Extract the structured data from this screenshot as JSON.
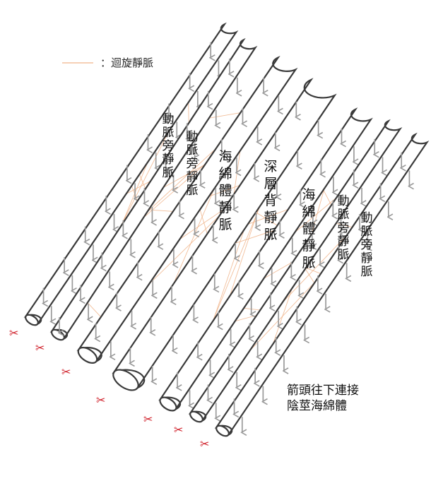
{
  "legend": {
    "text": "：迴旋靜脈",
    "color": "#f0b48a"
  },
  "labels": {
    "dorsal_vein_left_1": "動脈旁靜脈",
    "dorsal_vein_left_2": "動脈旁靜脈",
    "cavernosal_left": "海綿體靜脈",
    "deep_dorsal": "深層背靜脈",
    "cavernosal_right": "海綿體靜脈",
    "dorsal_vein_right_1": "動脈旁靜脈",
    "dorsal_vein_right_2": "動脈旁靜脈"
  },
  "note": {
    "line1": "箭頭往下連接",
    "line2": "陰莖海綿體"
  },
  "colors": {
    "tube_stroke": "#3a3a3a",
    "arrow": "#9a9a9a",
    "scissors": "#d0202a",
    "circumflex": "#f0b48a"
  },
  "icons": {
    "scissors": "scissors-icon"
  }
}
